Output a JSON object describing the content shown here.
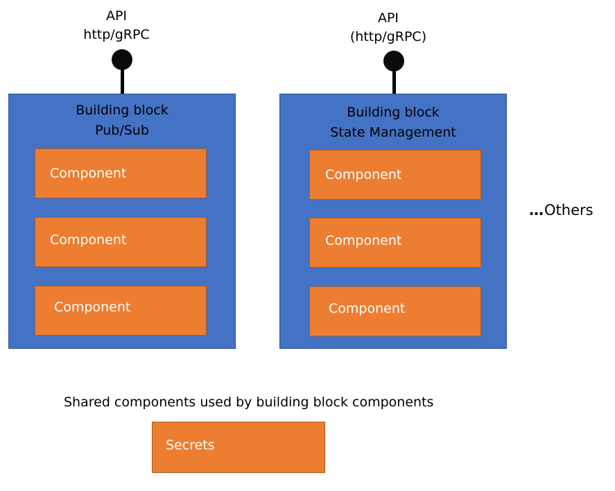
{
  "blocks": [
    {
      "api_line1": "API",
      "api_line2": "http/gRPC",
      "title_line1": "Building block",
      "title_line2": "Pub/Sub",
      "components": [
        "Component",
        "Component",
        "Component"
      ]
    },
    {
      "api_line1": "API",
      "api_line2": "(http/gRPC)",
      "title_line1": "Building block",
      "title_line2": "State Management",
      "components": [
        "Component",
        "Component",
        "Component"
      ]
    }
  ],
  "others": {
    "dots": "…",
    "label": "Others"
  },
  "shared": {
    "caption": "Shared components used by building block components",
    "secrets_label": "Secrets"
  },
  "colors": {
    "block_fill": "#4472c4",
    "component_fill": "#ed7d31",
    "api_dot": "#0b0b0b"
  }
}
